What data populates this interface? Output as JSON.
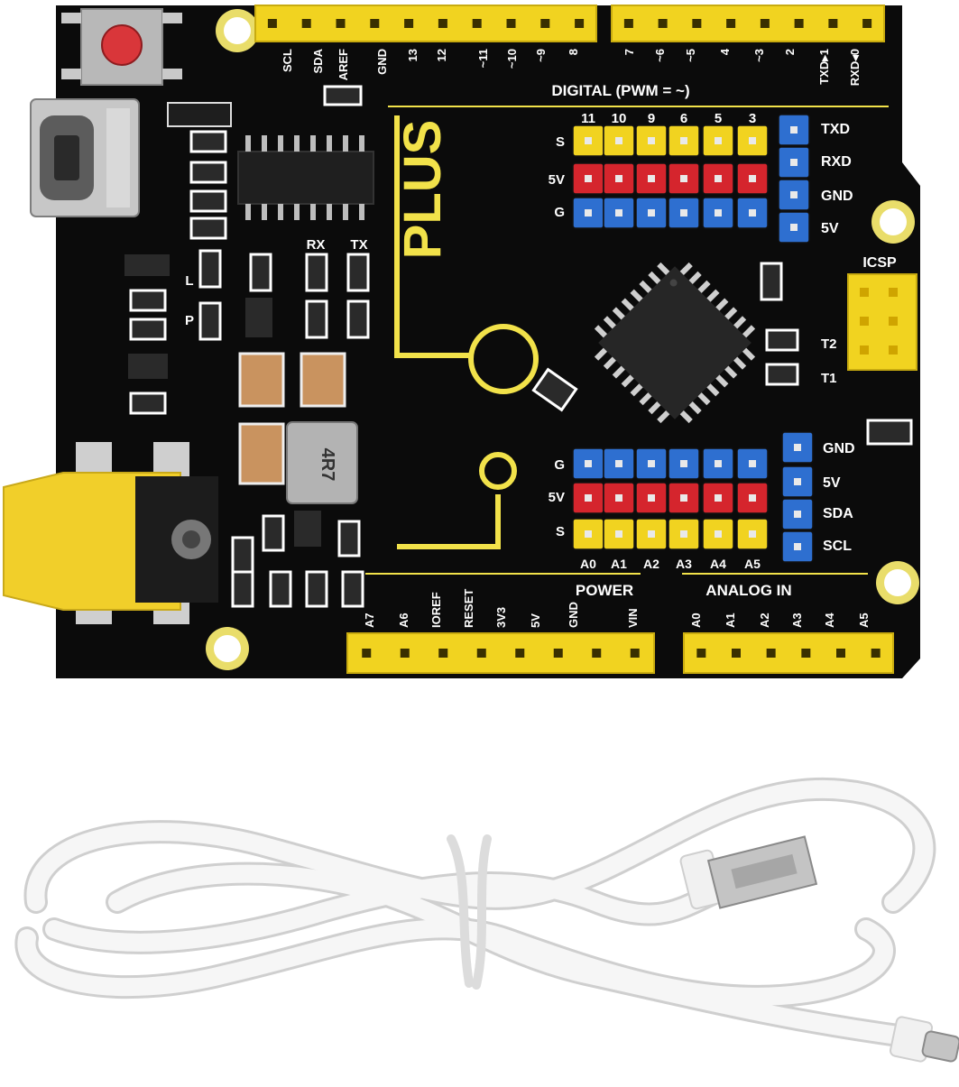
{
  "colors": {
    "pcb": "#0b0b0b",
    "silk": "#f2e24a",
    "header_yellow": "#f1d320",
    "pin_red": "#d5252d",
    "pin_blue": "#2e6fd0",
    "cable": "#f4f4f4"
  },
  "board": {
    "logo_text": "PLUS",
    "inductor_text": "4R7",
    "digital_label": "DIGITAL (PWM = ~)",
    "top_header_labels": [
      "SCL",
      "SDA",
      "AREF",
      "GND",
      "13",
      "12",
      "~11",
      "~10",
      "~9",
      "8",
      "7",
      "~6",
      "~5",
      "4",
      "~3",
      "2",
      "TXD▸1",
      "RXD◂0"
    ],
    "pwm_numbers": [
      "11",
      "10",
      "9",
      "6",
      "5",
      "3"
    ],
    "top_row_labels": [
      "S",
      "5V",
      "G"
    ],
    "uart_labels": [
      "TXD",
      "RXD",
      "GND",
      "5V"
    ],
    "icsp_label": "ICSP",
    "led_labels": [
      "RX",
      "TX",
      "L",
      "P"
    ],
    "t_labels": [
      "T2",
      "T1"
    ],
    "i2c_labels": [
      "GND",
      "5V",
      "SDA",
      "SCL"
    ],
    "bottom_row_labels": [
      "G",
      "5V",
      "S"
    ],
    "analog_pin_labels": [
      "A0",
      "A1",
      "A2",
      "A3",
      "A4",
      "A5"
    ],
    "power_label": "POWER",
    "analog_label": "ANALOG IN",
    "power_pins": [
      "A7",
      "A6",
      "IOREF",
      "RESET",
      "3V3",
      "5V",
      "GND",
      "VIN"
    ],
    "analog_pins": [
      "A0",
      "A1",
      "A2",
      "A3",
      "A4",
      "A5"
    ]
  }
}
